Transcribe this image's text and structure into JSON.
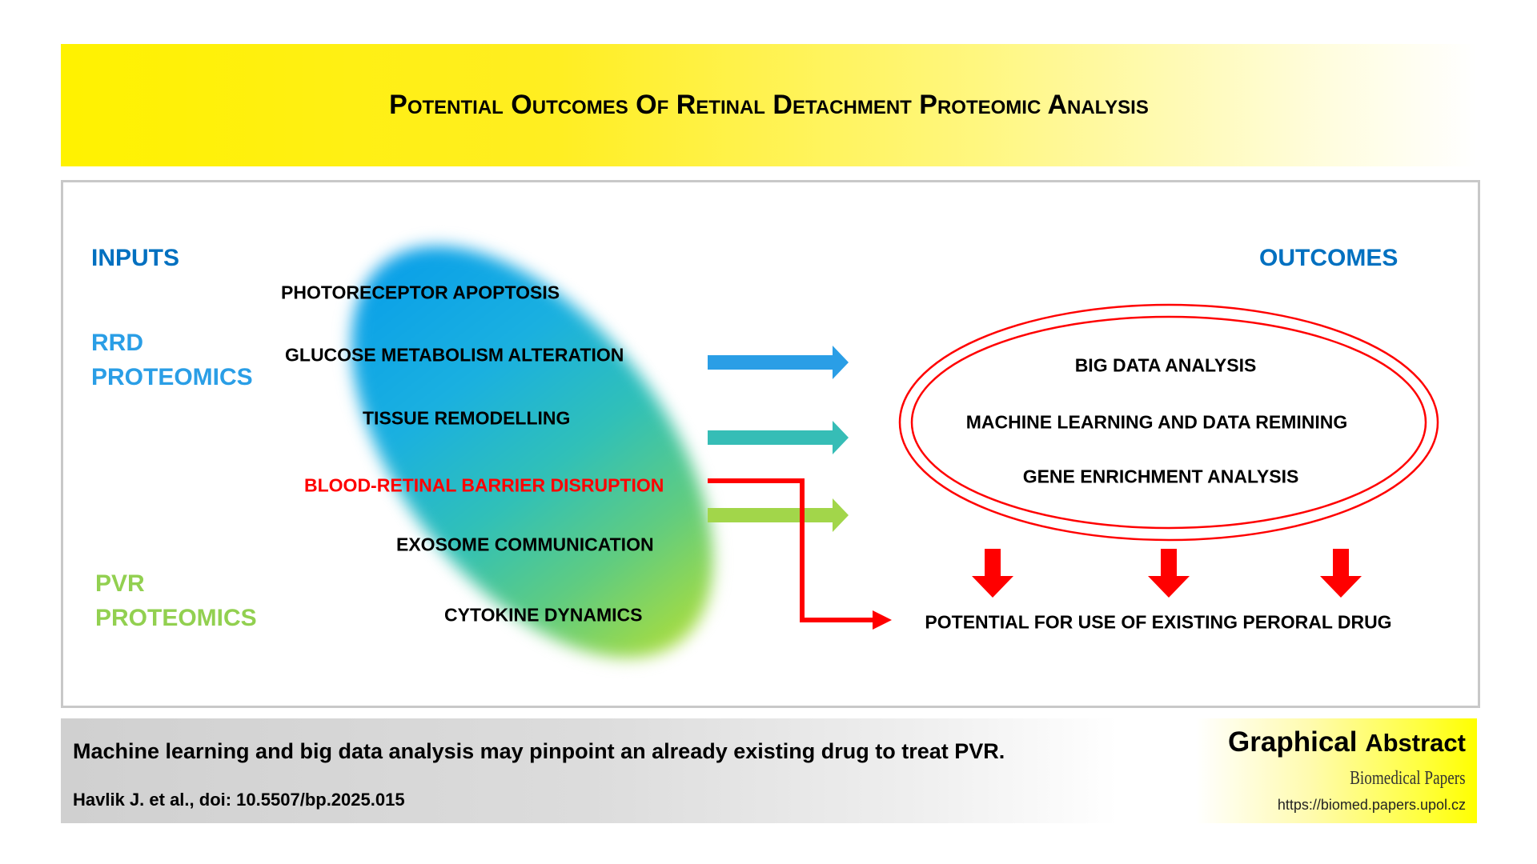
{
  "header": {
    "title": "Potential Outcomes Of Retinal Detachment Proteomic Analysis"
  },
  "inputs": {
    "heading": "INPUTS",
    "rrd_line1": "RRD",
    "rrd_line2": "PROTEOMICS",
    "pvr_line1": "PVR",
    "pvr_line2": "PROTEOMICS",
    "items": [
      {
        "label": "PHOTORECEPTOR APOPTOSIS",
        "color": "#000000"
      },
      {
        "label": "GLUCOSE METABOLISM ALTERATION",
        "color": "#000000"
      },
      {
        "label": "TISSUE REMODELLING",
        "color": "#000000"
      },
      {
        "label": "BLOOD-RETINAL BARRIER DISRUPTION",
        "color": "#ff0000"
      },
      {
        "label": "EXOSOME COMMUNICATION",
        "color": "#000000"
      },
      {
        "label": "CYTOKINE DYNAMICS",
        "color": "#000000"
      }
    ]
  },
  "arrows": {
    "colors": [
      "#2a9ee6",
      "#36bdb6",
      "#a2d64a"
    ],
    "elbow_color": "#ff0000"
  },
  "outcomes": {
    "heading": "OUTCOMES",
    "items": [
      "BIG DATA ANALYSIS",
      "MACHINE LEARNING AND DATA REMINING",
      "GENE ENRICHMENT ANALYSIS"
    ],
    "result": "POTENTIAL FOR USE OF EXISTING PERORAL DRUG"
  },
  "footer": {
    "summary": "Machine learning and big data analysis may pinpoint an already existing drug to treat PVR.",
    "citation": "Havlik J. et al., doi: 10.5507/bp.2025.015",
    "badge_title_1": "Graphical",
    "badge_title_2": "Abstract",
    "journal": "Biomedical Papers",
    "url": "https://biomed.papers.upol.cz"
  }
}
